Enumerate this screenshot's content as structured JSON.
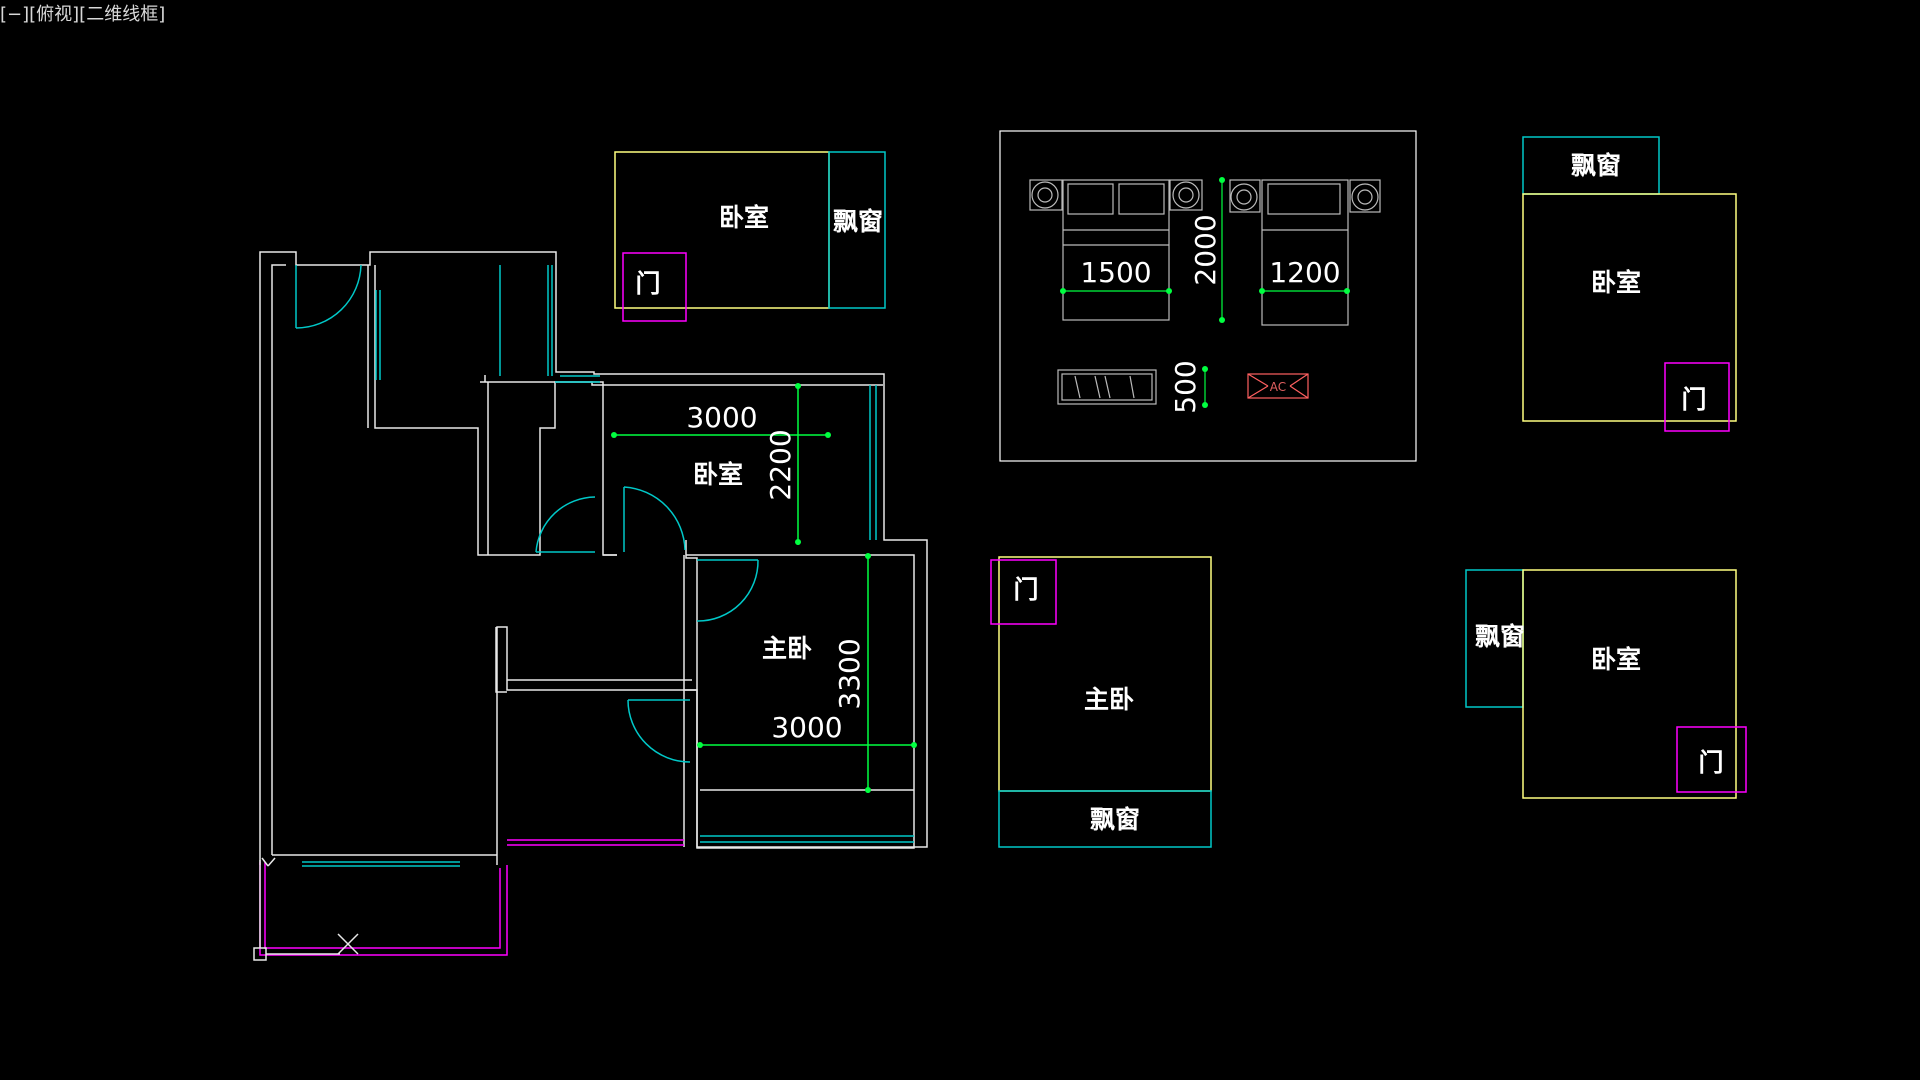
{
  "viewport": {
    "label": "[−][俯视][二维线框]"
  },
  "colors": {
    "background": "#000000",
    "wall": "#e8e8e8",
    "window": "#00c8c8",
    "door": "#ff00ff",
    "dimension": "#00ff40",
    "room_outline": "#ffff80",
    "frame": "#ffffff",
    "ac": "#ff6060"
  },
  "labels": {
    "bedroom": "卧室",
    "master_bedroom": "主卧",
    "bay_window": "飘窗",
    "door": "门",
    "ac": "AC"
  },
  "dimensions": {
    "bedroom_width": "3000",
    "bedroom_depth": "2200",
    "master_width": "3000",
    "master_depth": "3300",
    "bed_large_width": "1500",
    "bed_small_width": "1200",
    "bed_length": "2000",
    "wardrobe_depth": "500"
  }
}
